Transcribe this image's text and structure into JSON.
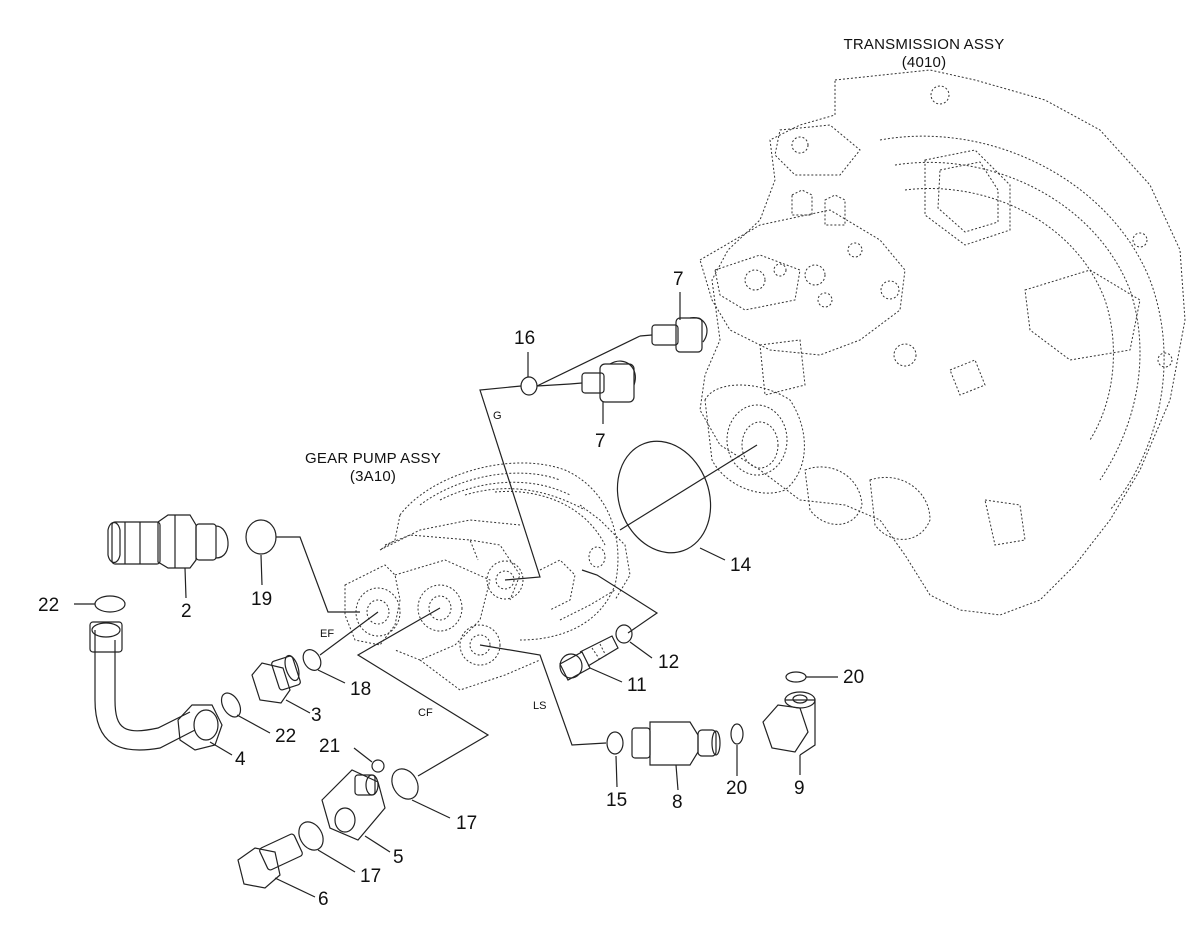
{
  "assemblies": {
    "transmission": {
      "line1": "TRANSMISSION ASSY",
      "line2": "(4010)"
    },
    "gear_pump": {
      "line1": "GEAR PUMP ASSY",
      "line2": "(3A10)"
    }
  },
  "port_labels": {
    "g": "G",
    "ef": "EF",
    "cf": "CF",
    "ls": "LS"
  },
  "callouts": [
    {
      "id": "c7a",
      "text": "7"
    },
    {
      "id": "c16",
      "text": "16"
    },
    {
      "id": "c7b",
      "text": "7"
    },
    {
      "id": "c14",
      "text": "14"
    },
    {
      "id": "c19",
      "text": "19"
    },
    {
      "id": "c2",
      "text": "2"
    },
    {
      "id": "c22a",
      "text": "22"
    },
    {
      "id": "c12",
      "text": "12"
    },
    {
      "id": "c11",
      "text": "11"
    },
    {
      "id": "c18",
      "text": "18"
    },
    {
      "id": "c3",
      "text": "3"
    },
    {
      "id": "c22b",
      "text": "22"
    },
    {
      "id": "c4",
      "text": "4"
    },
    {
      "id": "c20a",
      "text": "20"
    },
    {
      "id": "c9",
      "text": "9"
    },
    {
      "id": "c20b",
      "text": "20"
    },
    {
      "id": "c8",
      "text": "8"
    },
    {
      "id": "c15",
      "text": "15"
    },
    {
      "id": "c21",
      "text": "21"
    },
    {
      "id": "c17a",
      "text": "17"
    },
    {
      "id": "c5",
      "text": "5"
    },
    {
      "id": "c17b",
      "text": "17"
    },
    {
      "id": "c6",
      "text": "6"
    }
  ]
}
